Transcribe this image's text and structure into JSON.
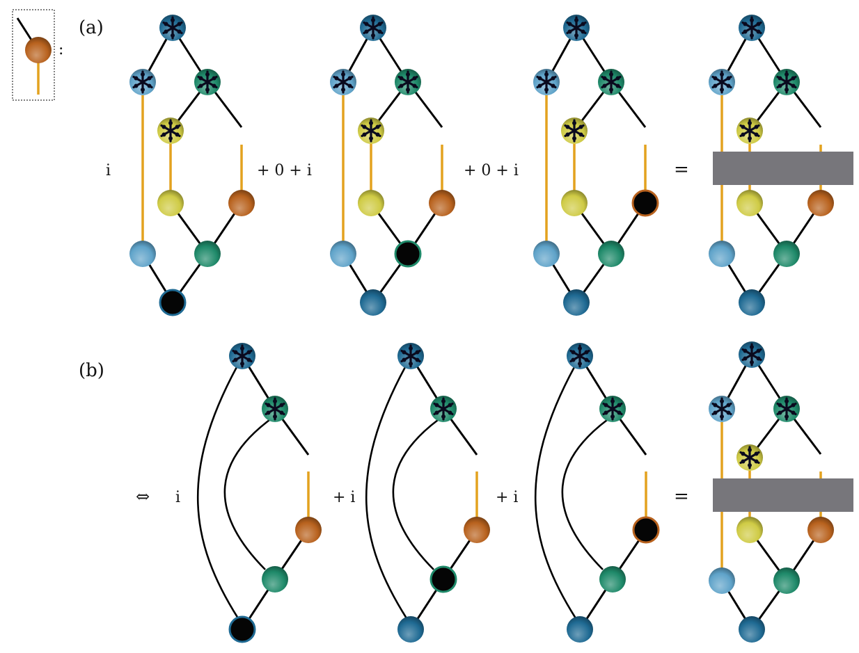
{
  "legend": {
    "colon": ":"
  },
  "panels": [
    {
      "id": "a",
      "label": "(a)",
      "terms": [
        {
          "prefix": "i",
          "nodes": {
            "top": "star",
            "L": "star",
            "R": "star",
            "Y": "star",
            "ybot": "plain",
            "obot": "plain",
            "lb": "plain",
            "gb": "plain",
            "bot": "black"
          }
        },
        {
          "prefix": "+ 0 + i",
          "nodes": {
            "top": "star",
            "L": "star",
            "R": "star",
            "Y": "star",
            "ybot": "plain",
            "obot": "plain",
            "lb": "plain",
            "gb": "black",
            "bot": "plain"
          }
        },
        {
          "prefix": "+ 0 + i",
          "nodes": {
            "top": "star",
            "L": "star",
            "R": "star",
            "Y": "star",
            "ybot": "plain",
            "obot": "black",
            "lb": "plain",
            "gb": "plain",
            "bot": "plain"
          }
        }
      ],
      "equals": "="
    },
    {
      "id": "b",
      "label": "(b)",
      "equiv": "⇔",
      "terms": [
        {
          "prefix": "i",
          "nodes": {
            "obot": "plain",
            "gb": "plain",
            "bot": "black"
          }
        },
        {
          "prefix": "+ i",
          "nodes": {
            "obot": "plain",
            "gb": "black",
            "bot": "plain"
          }
        },
        {
          "prefix": "+ i",
          "nodes": {
            "obot": "black",
            "gb": "plain",
            "bot": "plain"
          }
        }
      ],
      "equals": "="
    }
  ],
  "colors": {
    "dark_blue": "#1f6a93",
    "light_blue": "#5fa3c9",
    "green": "#1f8a6a",
    "yellow": "#cfcb45",
    "orange": "#b8621e",
    "wire_quantum": "#e3a21f",
    "wire_classic": "#000000",
    "box": "#77767b"
  }
}
